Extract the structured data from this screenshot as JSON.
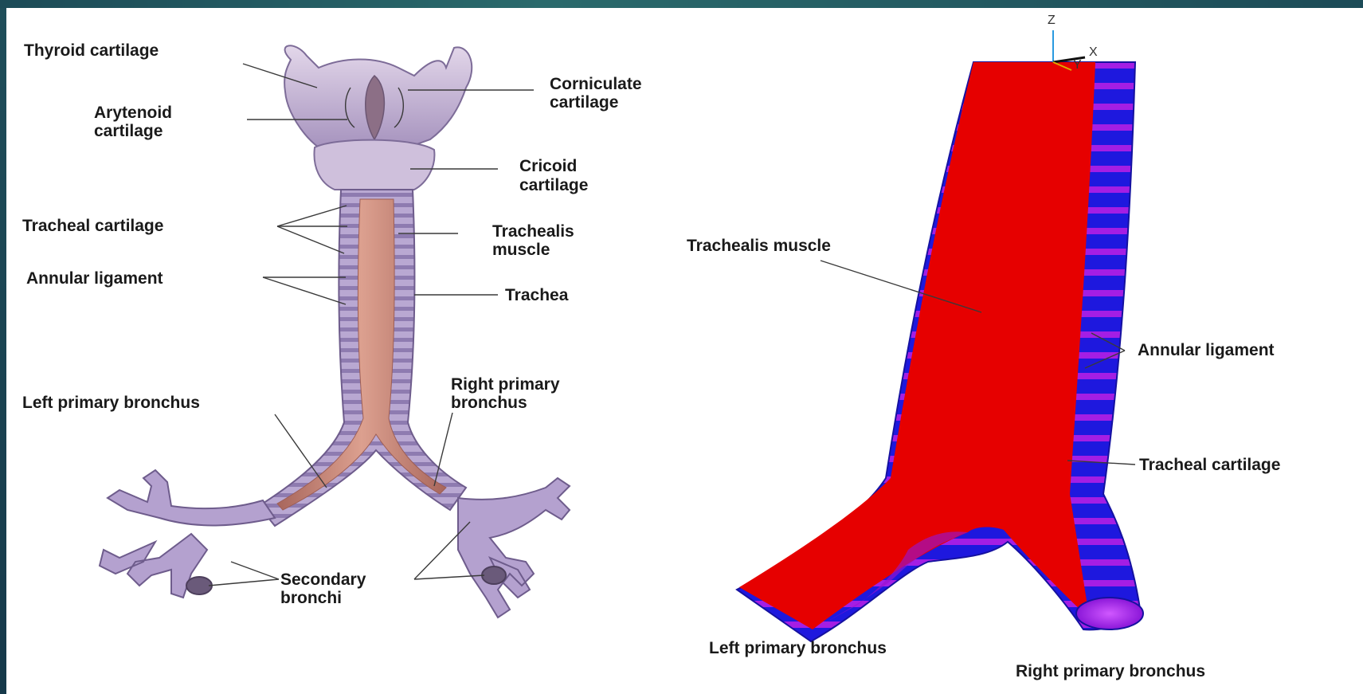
{
  "left_figure": {
    "labels": {
      "thyroid": "Thyroid cartilage",
      "corniculate_1": "Corniculate",
      "corniculate_2": "cartilage",
      "arytenoid_1": "Arytenoid",
      "arytenoid_2": "cartilage",
      "cricoid_1": "Cricoid",
      "cricoid_2": "cartilage",
      "tracheal_cartilage": "Tracheal cartilage",
      "trachealis_1": "Trachealis",
      "trachealis_2": "muscle",
      "annular_ligament": "Annular ligament",
      "trachea": "Trachea",
      "left_primary_bronchus": "Left primary bronchus",
      "right_primary_1": "Right primary",
      "right_primary_2": "bronchus",
      "secondary_1": "Secondary",
      "secondary_2": "bronchi"
    }
  },
  "right_figure": {
    "labels": {
      "trachealis_muscle": "Trachealis muscle",
      "annular_ligament": "Annular ligament",
      "tracheal_cartilage": "Tracheal cartilage",
      "left_primary_bronchus": "Left primary bronchus",
      "right_primary_bronchus": "Right primary bronchus"
    },
    "axis": {
      "z": "Z",
      "x": "X",
      "y": "Y"
    }
  },
  "colors": {
    "muscle_red": "#e60000",
    "cartilage_blue": "#1f1ae0",
    "ligament_purple": "#a520e8",
    "anatomy_lilac": "#b7a6cf",
    "anatomy_pink": "#c9897a"
  }
}
